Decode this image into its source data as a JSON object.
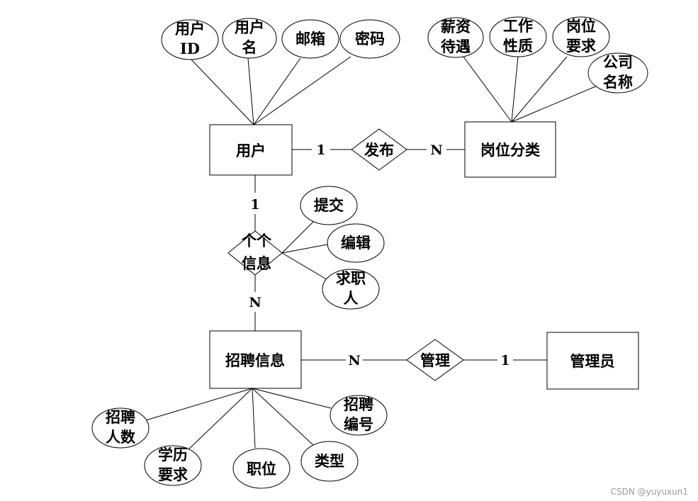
{
  "entities": {
    "user": "用户",
    "job_category": "岗位分类",
    "recruitment_info": "招聘信息",
    "admin": "管理员"
  },
  "relationships": {
    "publish": "发布",
    "personal_info": [
      "个个",
      "信息"
    ],
    "manage": "管理"
  },
  "attributes": {
    "user_id": [
      "用户",
      "ID"
    ],
    "username": [
      "用户",
      "名"
    ],
    "email": [
      "邮箱"
    ],
    "password": [
      "密码"
    ],
    "salary": [
      "薪资",
      "待遇"
    ],
    "nature": [
      "工作",
      "性质"
    ],
    "requirement": [
      "岗位",
      "要求"
    ],
    "company": [
      "公司",
      "名称"
    ],
    "submit": [
      "提交"
    ],
    "edit": [
      "编辑"
    ],
    "job_seeker": [
      "求职",
      "人"
    ],
    "headcount": [
      "招聘",
      "人数"
    ],
    "education": [
      "学历",
      "要求"
    ],
    "position": [
      "职位"
    ],
    "type": [
      "类型"
    ],
    "recruit_no": [
      "招聘",
      "编号"
    ]
  },
  "cardinality": {
    "publish_user": "1",
    "publish_category": "N",
    "info_user": "1",
    "info_recruit": "N",
    "manage_recruit": "N",
    "manage_admin": "1"
  },
  "watermark": "CSDN @yuyuxun1"
}
